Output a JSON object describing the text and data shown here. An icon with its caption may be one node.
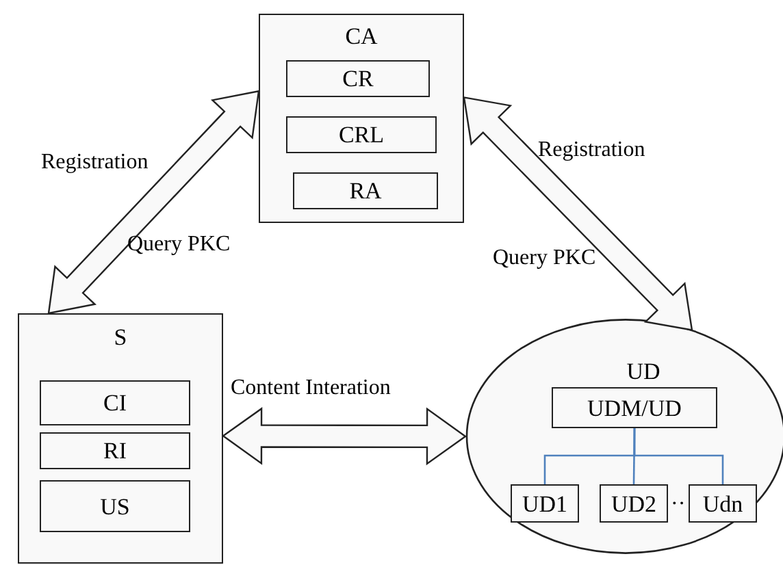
{
  "diagram": {
    "nodes": [
      {
        "text": [
          "CA"
        ]
      },
      {
        "text": [
          "CR"
        ],
        "in": 0
      },
      {
        "text": [
          "CRL"
        ],
        "in": 0
      },
      {
        "text": [
          "RA"
        ],
        "in": 0
      },
      {
        "text": [
          "S"
        ]
      },
      {
        "text": [
          "CI"
        ],
        "in": 4
      },
      {
        "text": [
          "RI"
        ],
        "in": 4
      },
      {
        "text": [
          "US"
        ],
        "in": 4
      },
      {
        "text": [
          "UD"
        ]
      },
      {
        "text": [
          "UDM/UD"
        ],
        "in": 8
      },
      {
        "text": [
          "UD1"
        ],
        "in": 8
      },
      {
        "text": [
          "UD2"
        ],
        "in": 8
      },
      {
        "text": [
          "Udn"
        ],
        "in": 8
      }
    ],
    "edges": [
      {
        "from": 0,
        "to": 4,
        "arrow": "both"
      },
      {
        "from": 0,
        "to": 8,
        "arrow": "both"
      },
      {
        "from": 4,
        "to": 8,
        "arrow": "both",
        "label": "Content Interation"
      },
      {
        "from": 9,
        "to": 10,
        "arrow": "none",
        "color": "#4f81bd"
      },
      {
        "from": 9,
        "to": 11,
        "arrow": "none",
        "color": "#4f81bd"
      },
      {
        "from": 9,
        "to": 12,
        "arrow": "none",
        "color": "#4f81bd"
      }
    ],
    "labels": [
      "Registration",
      "Registration",
      "Query PKC",
      "Query PKC",
      "··"
    ]
  }
}
